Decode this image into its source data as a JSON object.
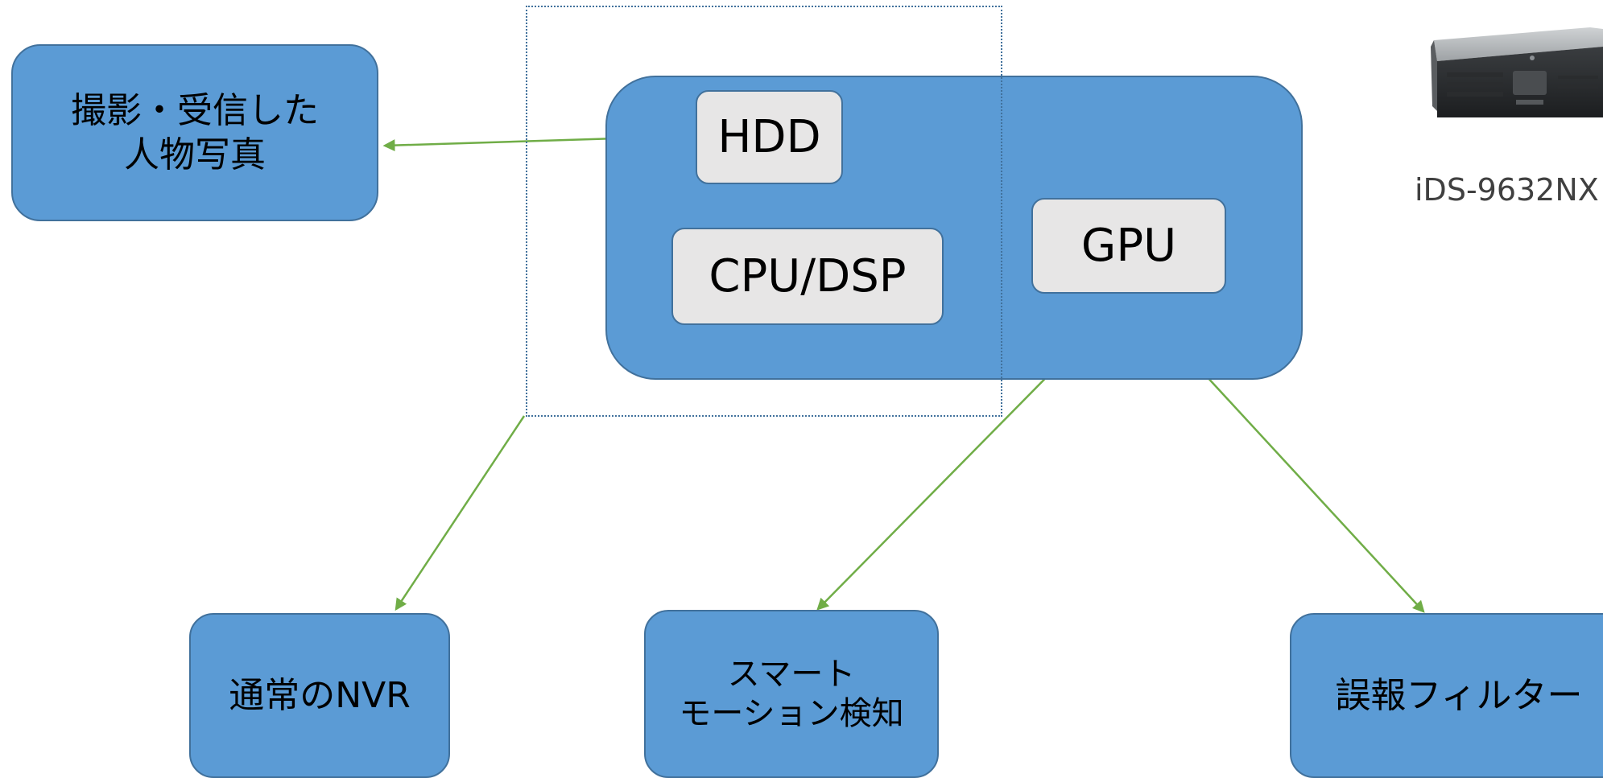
{
  "nodes": {
    "captured_photos": "撮影・受信した\n人物写真",
    "standard_nvr": "通常のNVR",
    "smart_motion": "スマート\nモーション検知",
    "false_alarm": "誤報フィルター"
  },
  "components": {
    "hdd": "HDD",
    "cpu_dsp": "CPU/DSP",
    "gpu": "GPU"
  },
  "device": {
    "caption": "iDS-9632NX"
  },
  "colors": {
    "box_fill": "#5b9bd5",
    "box_border": "#41719c",
    "chip_fill": "#e7e6e6",
    "arrow": "#70ad47"
  }
}
